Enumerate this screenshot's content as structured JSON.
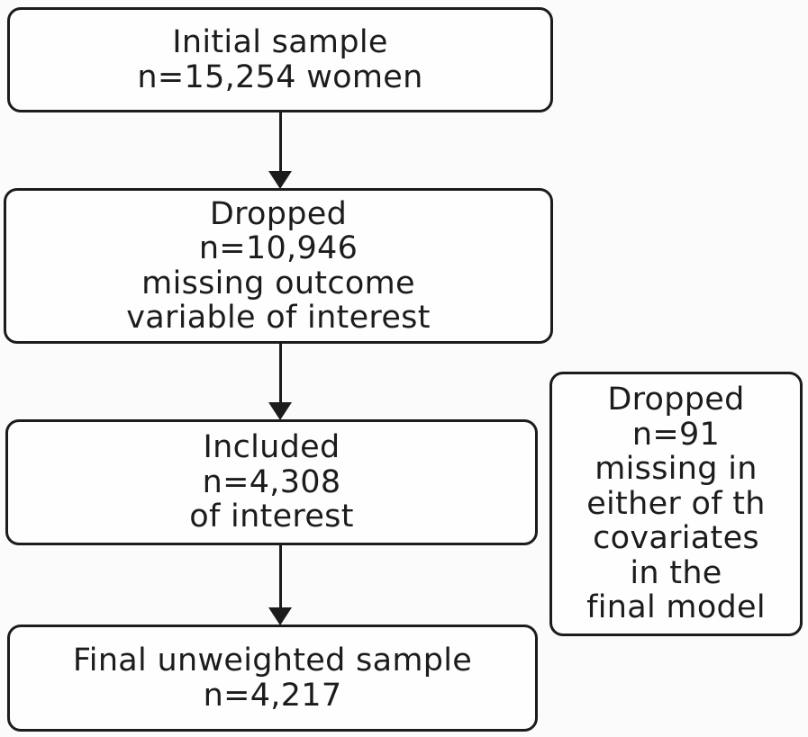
{
  "page": {
    "background_color": "#fbfbfb",
    "box_fill_color": "#fefefe",
    "line_color": "#1c1c1c"
  },
  "flowchart": {
    "initial_box": {
      "lines": [
        "Initial sample",
        "n=15,254 women"
      ]
    },
    "dropped_outcome_box": {
      "lines": [
        "Dropped",
        "n=10,946",
        "missing outcome",
        "variable of interest"
      ]
    },
    "included_box": {
      "lines": [
        "Included",
        "n=4,308",
        "of interest"
      ]
    },
    "dropped_covariates_box": {
      "lines": [
        "Dropped",
        "n=91",
        "missing in",
        "either of th",
        "covariates",
        "in the",
        "final model"
      ]
    },
    "final_box": {
      "lines": [
        "Final unweighted sample",
        "n=4,217"
      ]
    }
  }
}
